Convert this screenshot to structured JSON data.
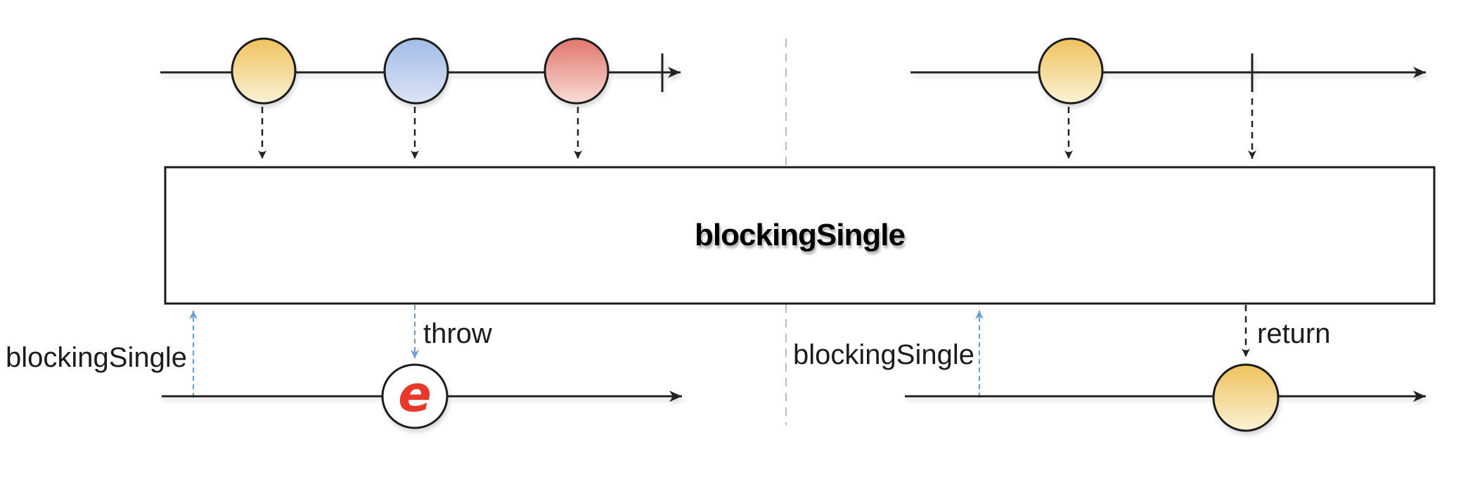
{
  "operator": {
    "label": "blockingSingle"
  },
  "left_panel": {
    "source_marbles": [
      "yellow",
      "blue",
      "red"
    ],
    "call_label": "blockingSingle",
    "throw_label": "throw",
    "error_symbol": "e"
  },
  "right_panel": {
    "source_marbles": [
      "yellow"
    ],
    "result_marbles": [
      "yellow"
    ],
    "call_label": "blockingSingle",
    "return_label": "return"
  },
  "colors": {
    "marble_yellow_top": "#eec25e",
    "marble_yellow_bottom": "#faf2d5",
    "marble_blue_top": "#a3bce7",
    "marble_blue_bottom": "#dce3f5",
    "marble_red_top": "#e0766d",
    "marble_red_bottom": "#f9ddd6",
    "error_symbol_red": "#e6392b",
    "blue_dashed_arrow": "#6b9bd2",
    "diagram_line": "#222222",
    "divider_gray": "#bdbdbd"
  }
}
